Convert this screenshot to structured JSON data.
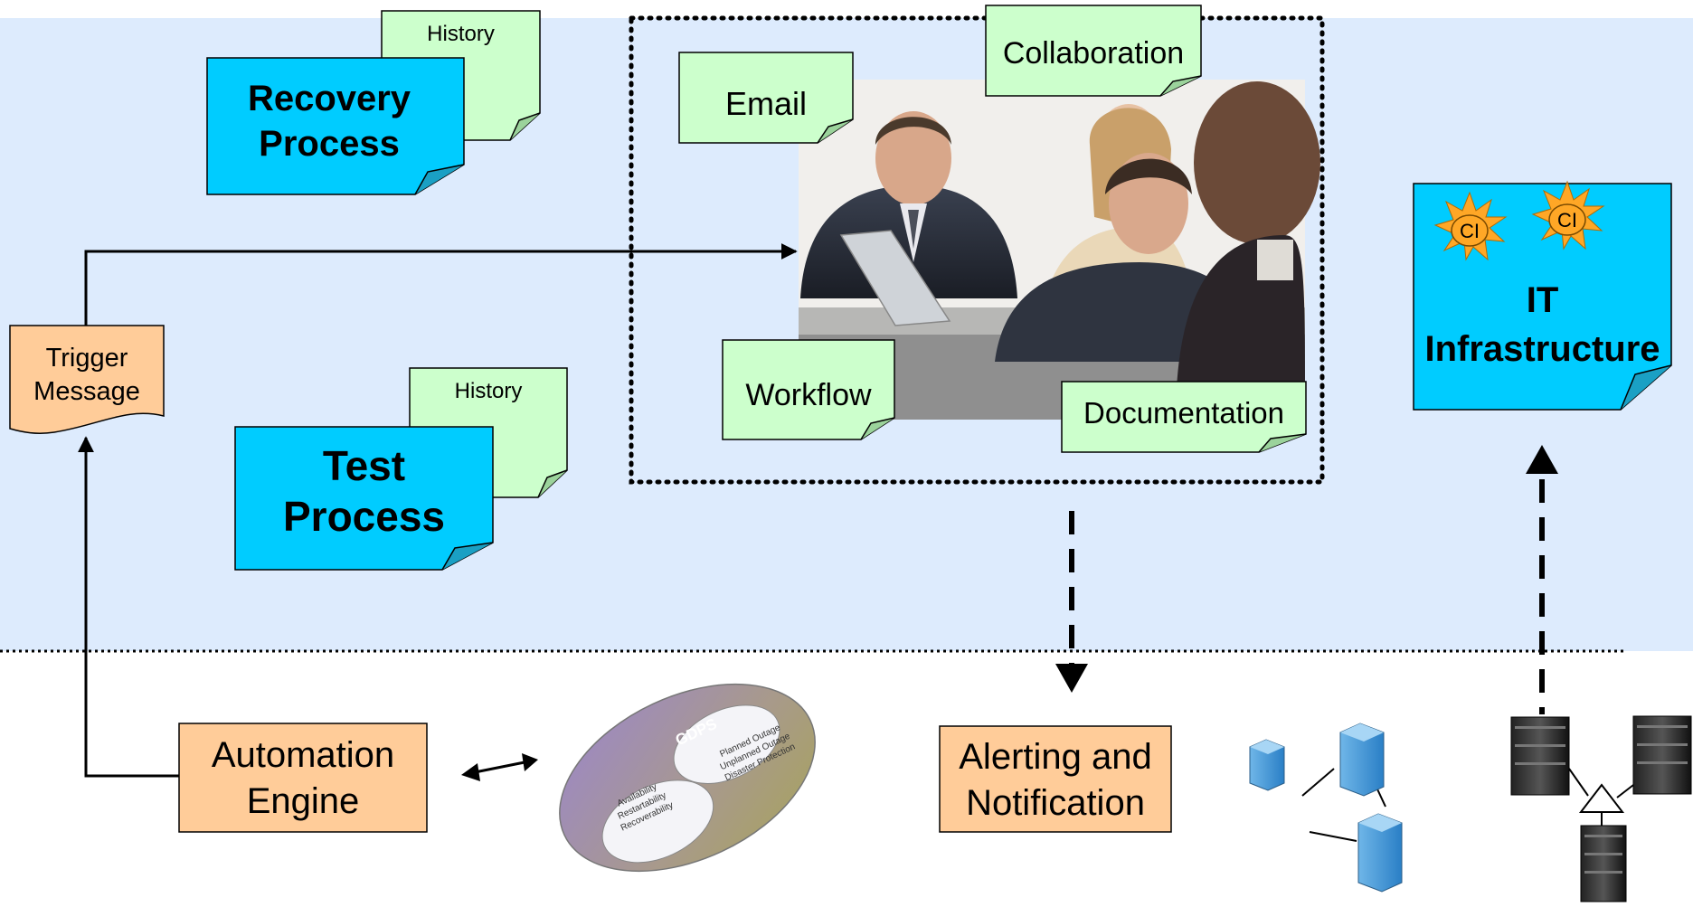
{
  "notes": {
    "recovery_history": "History",
    "recovery_title_1": "Recovery",
    "recovery_title_2": "Process",
    "test_history": "History",
    "test_title_1": "Test",
    "test_title_2": "Process",
    "email": "Email",
    "collaboration": "Collaboration",
    "workflow": "Workflow",
    "documentation": "Documentation",
    "it_title_1": "IT",
    "it_title_2": "Infrastructure",
    "ci_label": "CI"
  },
  "trigger": {
    "line1": "Trigger",
    "line2": "Message"
  },
  "automation": {
    "line1": "Automation",
    "line2": "Engine"
  },
  "alerting": {
    "line1": "Alerting and",
    "line2": "Notification"
  },
  "gdps": {
    "title": "GDPS",
    "right_1": "Planned Outage",
    "right_2": "Unplanned Outage",
    "right_3": "Disaster Protection",
    "left_1": "Availability",
    "left_2": "Restartability",
    "left_3": "Recoverability"
  },
  "colors": {
    "band": "#ddebfd",
    "note_cyan": "#00ccff",
    "note_green": "#ccffcc",
    "box_orange": "#ffcc99"
  }
}
